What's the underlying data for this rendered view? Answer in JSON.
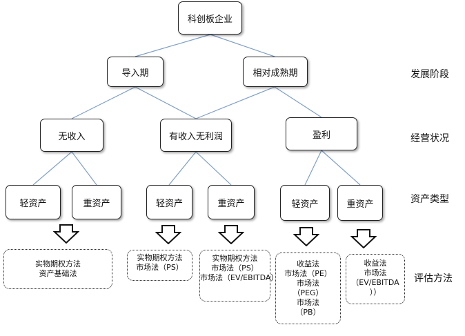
{
  "root": "科创板企业",
  "growth": [
    "导入期",
    "相对成熟期"
  ],
  "operation": [
    "无收入",
    "有收入无利润",
    "盈利"
  ],
  "asset": [
    "轻资产",
    "重资产",
    "轻资产",
    "重资产",
    "轻资产",
    "重资产"
  ],
  "methods": [
    [
      "实物期权方法",
      "资产基础法"
    ],
    [
      "实物期权方法",
      "市场法（PS）"
    ],
    [
      "实物期权方法",
      "市场法（PS）",
      "市场法（EV/EBITDA）"
    ],
    [
      "收益法",
      "市场法（PE）",
      "市场法",
      "（PEG）",
      "市场法",
      "（PB）"
    ],
    [
      "收益法",
      "市场法",
      "（EV/EBITDA",
      "））"
    ]
  ],
  "levels": [
    "发展阶段",
    "经营状况",
    "资产类型",
    "评估方法"
  ],
  "colors": {
    "connector": "#7f9fc8",
    "border": "#222222"
  }
}
